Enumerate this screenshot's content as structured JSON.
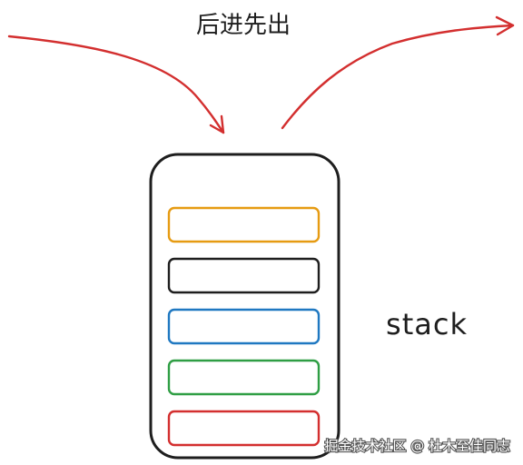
{
  "diagram": {
    "title": "后进先出",
    "label": "stack",
    "watermark": "掘金技术社区 @ 杜木至佳同志",
    "arrow_color": "#d32f2f",
    "container_color": "#1e1e1e",
    "items": [
      {
        "name": "stack-item-orange",
        "color": "#e69b12"
      },
      {
        "name": "stack-item-black",
        "color": "#1e1e1e"
      },
      {
        "name": "stack-item-blue",
        "color": "#1f78c1"
      },
      {
        "name": "stack-item-green",
        "color": "#2f9e44"
      },
      {
        "name": "stack-item-red",
        "color": "#d32f2f"
      }
    ]
  }
}
